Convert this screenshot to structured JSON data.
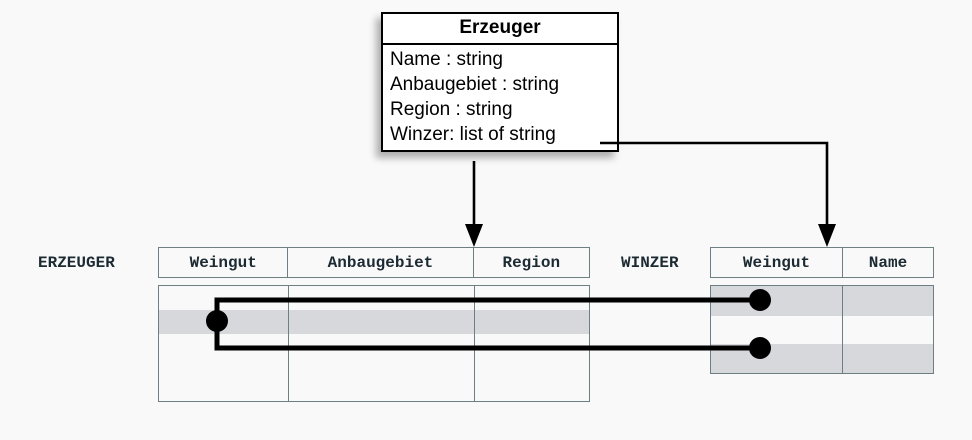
{
  "diagram": {
    "uml_class": {
      "name": "Erzeuger",
      "attributes": [
        "Name : string",
        "Anbaugebiet : string",
        "Region : string",
        "Winzer: list of string"
      ]
    },
    "tables": [
      {
        "label": "ERZEUGER",
        "columns": [
          "Weingut",
          "Anbaugebiet",
          "Region"
        ],
        "row_count": 4,
        "shaded_rows": [
          2
        ]
      },
      {
        "label": "WINZER",
        "columns": [
          "Weingut",
          "Name"
        ],
        "row_count": 3,
        "shaded_rows": [
          1,
          3
        ]
      }
    ],
    "connectors": {
      "arrow_to_erzeuger": "arrow-down",
      "arrow_to_winzer": "arrow-down",
      "link_color": "#000000",
      "dot_count": 3
    },
    "colors": {
      "background": "#f9f9f9",
      "table_border": "#6d7f82",
      "row_shade": "#d7d8dc",
      "text": "#1c2b33",
      "uml_border": "#000000"
    }
  }
}
